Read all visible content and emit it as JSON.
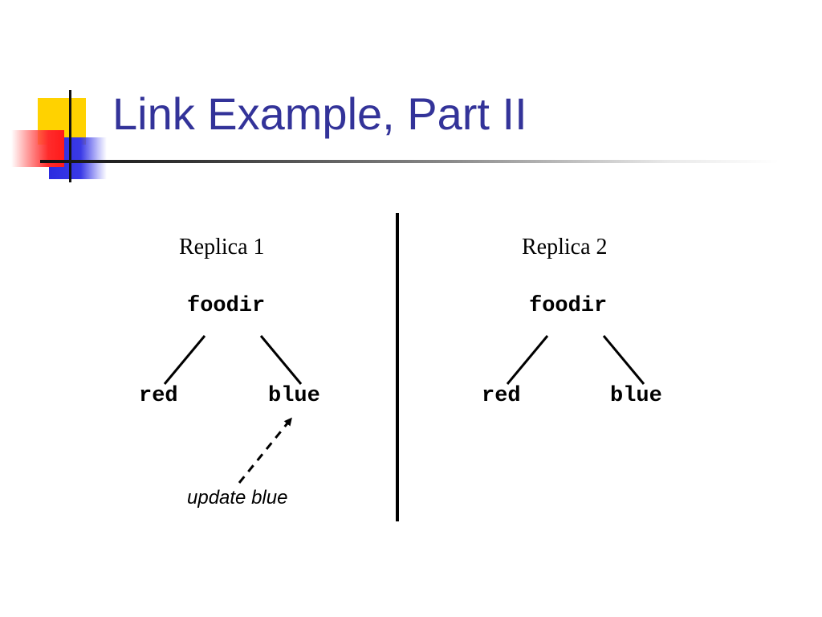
{
  "slide": {
    "title": "Link Example, Part II",
    "replicas": [
      {
        "label": "Replica 1",
        "root": "foodir",
        "children": [
          "red",
          "blue"
        ],
        "annotation": "update blue"
      },
      {
        "label": "Replica 2",
        "root": "foodir",
        "children": [
          "red",
          "blue"
        ]
      }
    ]
  },
  "colors": {
    "title": "#333399",
    "logo_yellow": "#ffd200",
    "logo_blue": "#2b2be0",
    "logo_red": "#ff2b2b"
  }
}
